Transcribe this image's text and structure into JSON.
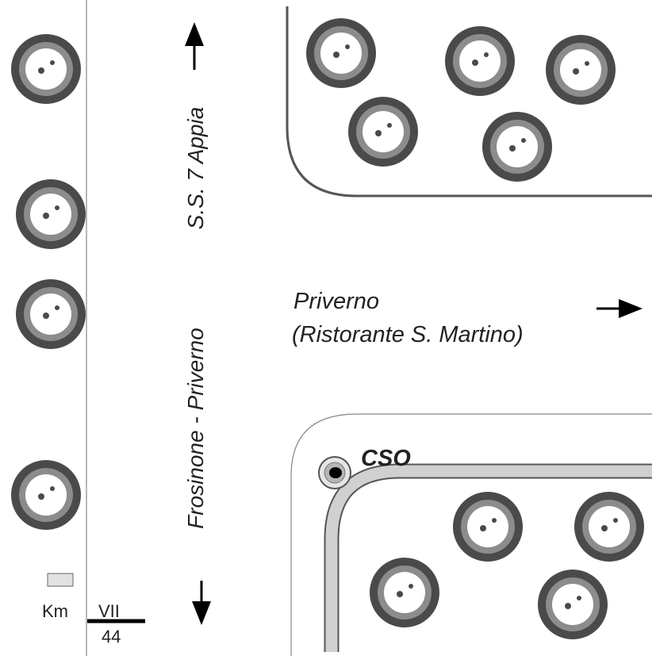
{
  "road_vertical": {
    "upper_label": "S.S. 7 Appia",
    "lower_label": "Frosinone - Priverno"
  },
  "road_horizontal": {
    "destination": "Priverno",
    "landmark": "(Ristorante S. Martino)"
  },
  "marker": {
    "label": "CSO"
  },
  "km_marker": {
    "unit": "Km",
    "road_number": "VII",
    "km_value": "44"
  },
  "colors": {
    "tree_outline": "#4a4a4a",
    "tree_fill": "#8c8c8c",
    "road_band": "#d0d0d0",
    "line": "#555555"
  }
}
